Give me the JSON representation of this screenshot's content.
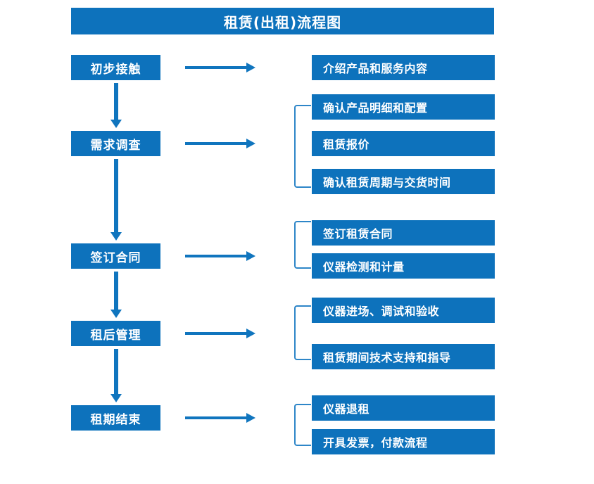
{
  "diagram": {
    "title": "租赁(出租)流程图",
    "colors": {
      "box_fill": "#0d72bc",
      "box_text": "#ffffff",
      "arrow": "#1075be",
      "bracket": "#2e86c8",
      "background": "#ffffff"
    },
    "stages": [
      {
        "label": "初步接触"
      },
      {
        "label": "需求调查"
      },
      {
        "label": "签订合同"
      },
      {
        "label": "租后管理"
      },
      {
        "label": "租期结束"
      }
    ],
    "details": [
      {
        "label": "介绍产品和服务内容"
      },
      {
        "label": "确认产品明细和配置"
      },
      {
        "label": "租赁报价"
      },
      {
        "label": "确认租赁周期与交货时间"
      },
      {
        "label": "签订租赁合同"
      },
      {
        "label": "仪器检测和计量"
      },
      {
        "label": "仪器进场、调试和验收"
      },
      {
        "label": "租赁期间技术支持和指导"
      },
      {
        "label": "仪器退租"
      },
      {
        "label": "开具发票，付款流程"
      }
    ],
    "groups": [
      {
        "stage": "需求调查",
        "items": [
          "确认产品明细和配置",
          "租赁报价",
          "确认租赁周期与交货时间"
        ]
      },
      {
        "stage": "签订合同",
        "items": [
          "签订租赁合同",
          "仪器检测和计量"
        ]
      },
      {
        "stage": "租后管理",
        "items": [
          "仪器进场、调试和验收",
          "租赁期间技术支持和指导"
        ]
      },
      {
        "stage": "租期结束",
        "items": [
          "仪器退租",
          "开具发票，付款流程"
        ]
      }
    ],
    "flow_connections": [
      {
        "from": "初步接触",
        "to": "需求调查"
      },
      {
        "from": "需求调查",
        "to": "签订合同"
      },
      {
        "from": "签订合同",
        "to": "租后管理"
      },
      {
        "from": "租后管理",
        "to": "租期结束"
      }
    ]
  }
}
